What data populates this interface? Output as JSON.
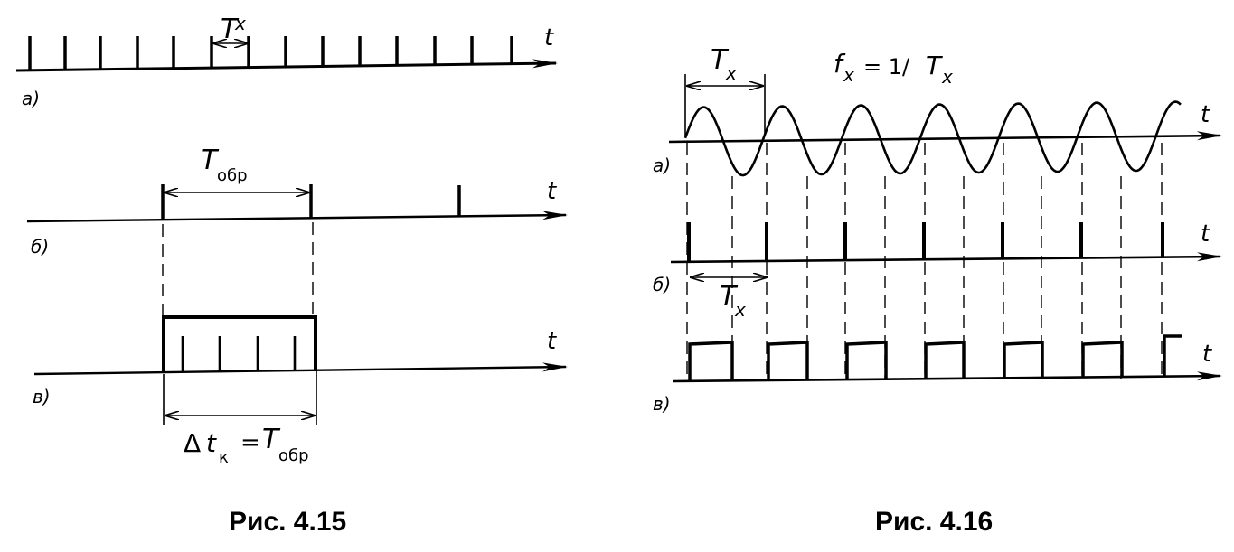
{
  "fig415": {
    "caption": "Рис. 4.15",
    "axis_t": "t",
    "panel_a": {
      "label": "а)",
      "period_symbol": "T",
      "period_sub": "x"
    },
    "panel_b": {
      "label": "б)",
      "window_symbol": "T",
      "window_sub": "обр"
    },
    "panel_v": {
      "label": "в)",
      "delta": "Δ",
      "t_symbol": "t",
      "t_sub": "к",
      "equals": "=",
      "rhs_symbol": "T",
      "rhs_sub": "обр"
    }
  },
  "fig416": {
    "caption": "Рис. 4.16",
    "axis_t": "t",
    "formula": {
      "f": "f",
      "f_sub": "x",
      "eq": "= 1/",
      "T": "T",
      "T_sub": "x"
    },
    "panel_a": {
      "label": "а)",
      "period_symbol": "T",
      "period_sub": "x"
    },
    "panel_b": {
      "label": "б)",
      "period_symbol": "T",
      "period_sub": "x"
    },
    "panel_v": {
      "label": "в)"
    }
  }
}
